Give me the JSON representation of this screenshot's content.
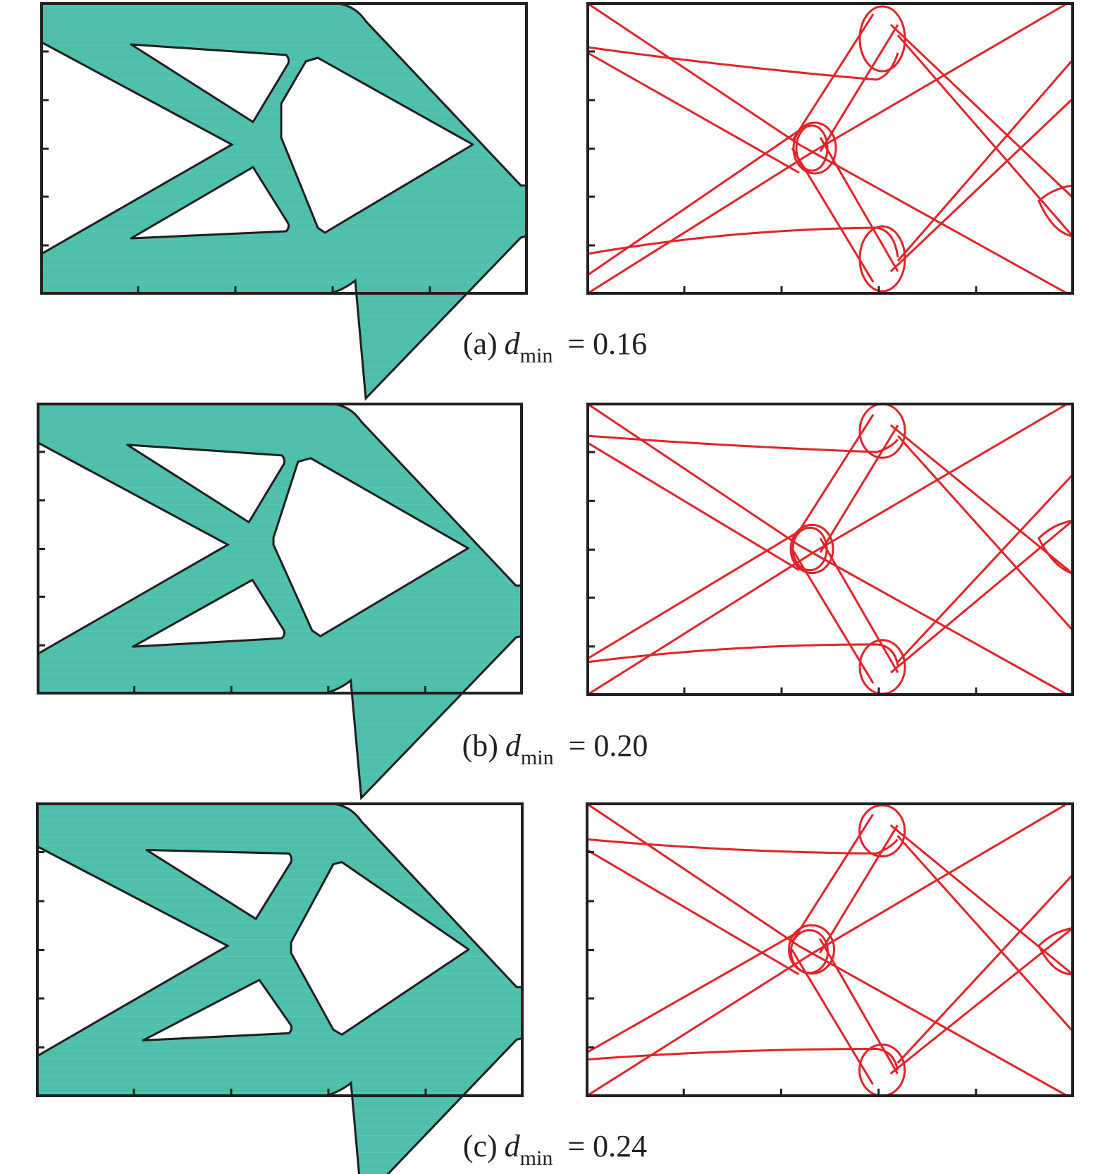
{
  "figure": {
    "colors": {
      "solid_fill": "#4dbfaa",
      "outline": "#1f1d1e",
      "skeleton": "#e02428",
      "frame": "#231f20",
      "background": "#ffffff"
    },
    "rows": [
      {
        "id": "a",
        "caption": {
          "label": "(a)",
          "variable": "d",
          "subscript": "min",
          "equals": "=",
          "value": "0.16"
        },
        "left_panel": "density-field-topology",
        "right_panel": "skeleton-component-outlines"
      },
      {
        "id": "b",
        "caption": {
          "label": "(b)",
          "variable": "d",
          "subscript": "min",
          "equals": "=",
          "value": "0.20"
        },
        "left_panel": "density-field-topology",
        "right_panel": "skeleton-component-outlines"
      },
      {
        "id": "c",
        "caption": {
          "label": "(c)",
          "variable": "d",
          "subscript": "min",
          "equals": "=",
          "value": "0.24"
        },
        "left_panel": "density-field-topology",
        "right_panel": "skeleton-component-outlines"
      }
    ],
    "axes": {
      "x_ticks": 5,
      "y_ticks": 5,
      "tick_labels_shown": false
    }
  }
}
